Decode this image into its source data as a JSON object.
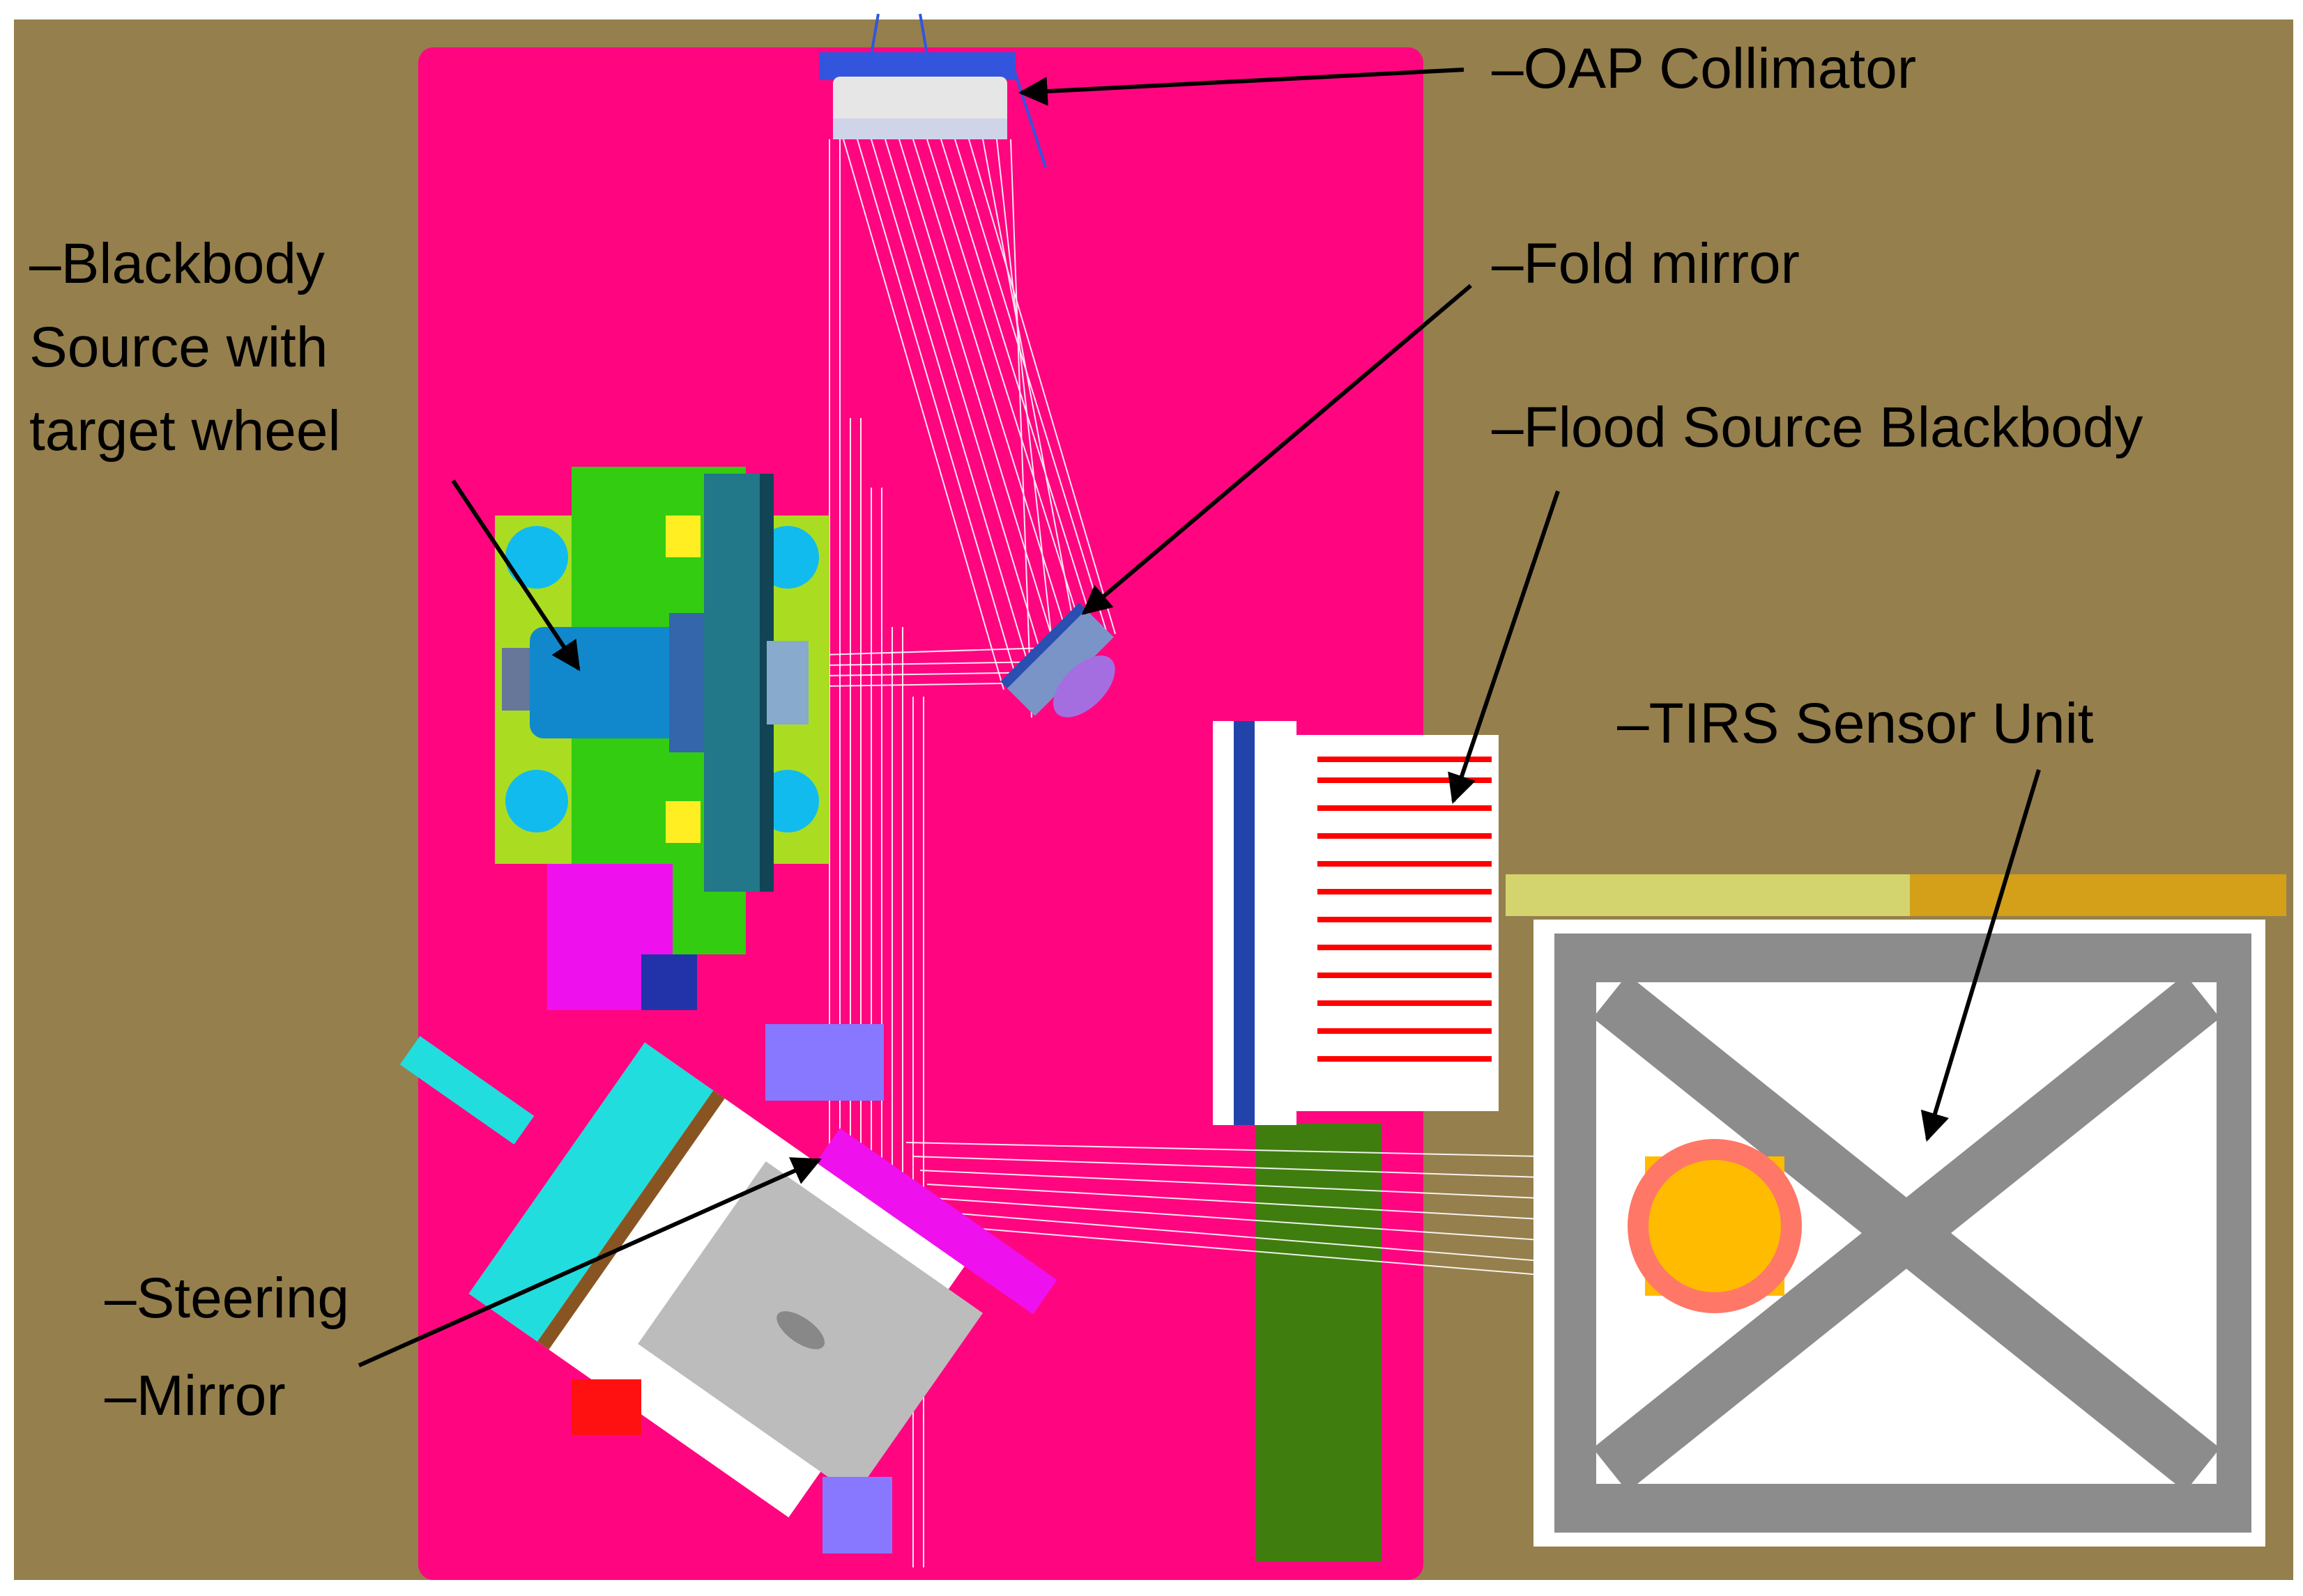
{
  "colors": {
    "background": "#957f4c",
    "table": "#ff0680",
    "green_plate": "#3f7d0f",
    "ray": "#ffffff",
    "arrow": "#000000",
    "label_text": "#000000"
  },
  "labels": {
    "oap_collimator": "–OAP Collimator",
    "blackbody_source": [
      "–Blackbody",
      "Source with",
      "target wheel"
    ],
    "fold_mirror": "–Fold mirror",
    "flood_source": "–Flood Source Blackbody",
    "tirs_sensor_unit": "–TIRS Sensor Unit",
    "steering": "–Steering",
    "mirror": "–Mirror"
  }
}
